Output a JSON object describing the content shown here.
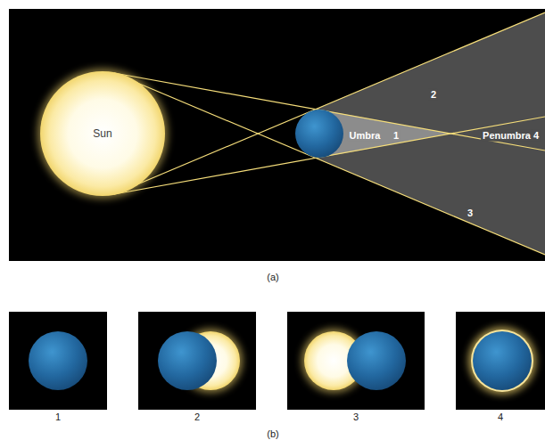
{
  "diagram": {
    "nodes": [
      {
        "text": [
          "Sun"
        ]
      }
    ],
    "labels": [
      "Umbra",
      "1",
      "2",
      "Penumbra",
      "4",
      "3",
      "(a)",
      "1",
      "2",
      "3",
      "4",
      "(b)"
    ]
  }
}
